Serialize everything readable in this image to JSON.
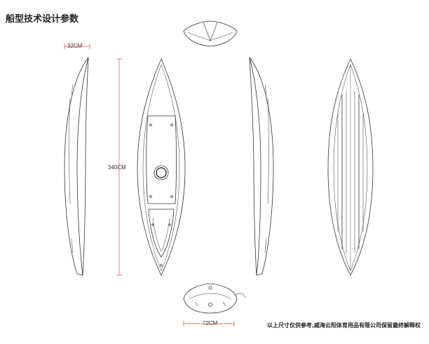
{
  "title": "船型技术设计参数",
  "dimensions": {
    "width_side": "32CM",
    "length": "340CM",
    "width_top": "72CM"
  },
  "footer": "以上尺寸仅供参考,威海云阳体育用品有限公司保留最终解释权",
  "colors": {
    "dimension_line": "#e05050",
    "outline": "#333333"
  }
}
